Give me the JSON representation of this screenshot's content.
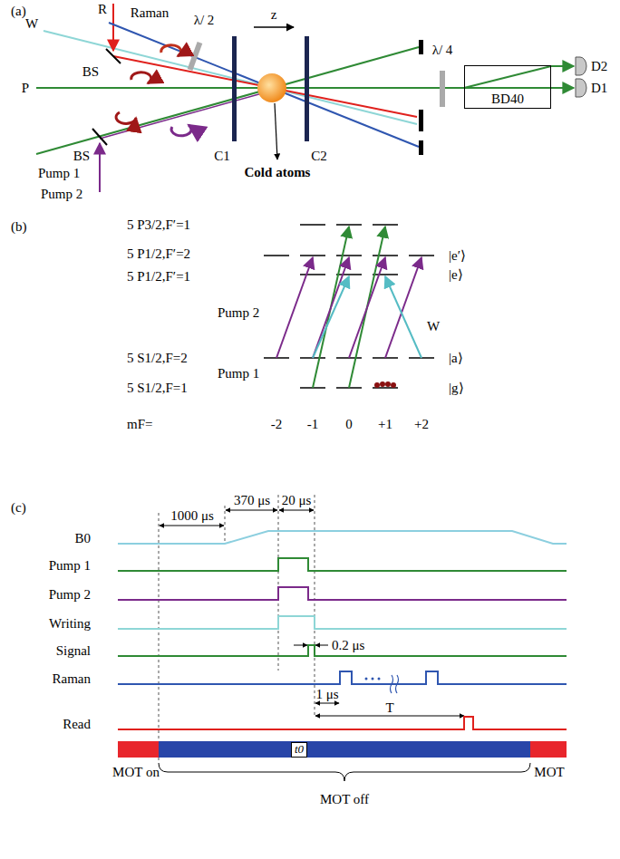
{
  "diagram": {
    "nodes": [
      {
        "text": [
          "BD40"
        ]
      },
      {
        "text": [
          "D2"
        ]
      },
      {
        "text": [
          "D1"
        ]
      },
      {
        "text": [
          "t0"
        ]
      }
    ],
    "edges": [
      {
        "from": 0,
        "to": 1,
        "arrow": "to"
      },
      {
        "from": 0,
        "to": 2,
        "arrow": "to"
      }
    ],
    "labels": [
      "(a)",
      "R",
      "Raman",
      "λ/ 2",
      "z",
      "W",
      "BS",
      "P",
      "C1",
      "C2",
      "λ/ 4",
      "Cold atoms",
      "BS",
      "Pump 1",
      "Pump 2",
      "(b)",
      "5 P3/2,F′=1",
      "5 P1/2,F′=2",
      "|e′⟩",
      "5 P1/2,F′=1",
      "|e⟩",
      "Pump 2",
      "W",
      "5 S1/2,F=2",
      "|a⟩",
      "Pump 1",
      "5 S1/2,F=1",
      "|g⟩",
      "mF=",
      "-2",
      "-1",
      "0",
      "+1",
      "+2",
      "(c)",
      "1000 μs",
      "370 μs",
      "20 μs",
      "B0",
      "Pump 1",
      "Pump 2",
      "Writing",
      "Signal",
      "0.2 μs",
      "Raman",
      "1 μs",
      "T",
      "Read",
      "MOT on",
      "MOT off",
      "MOT"
    ]
  }
}
